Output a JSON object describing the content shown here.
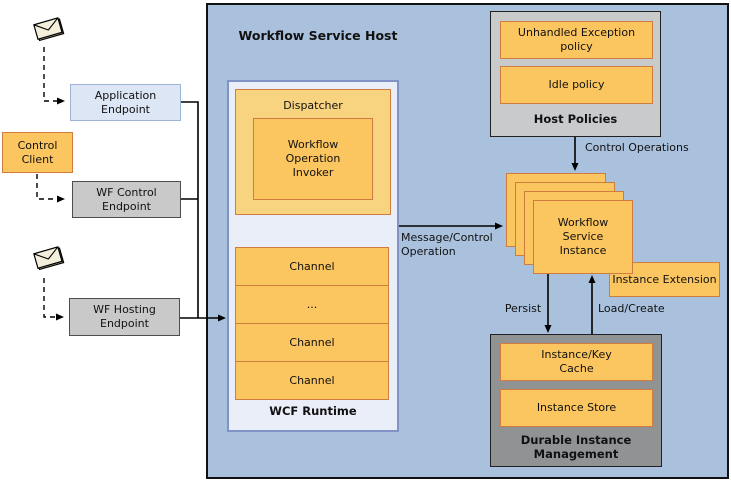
{
  "colors": {
    "host_background": "#A9C1DC",
    "orange_fill": "#FBC55F",
    "orange_light_fill": "#F9D480",
    "orange_border": "#CF7D3E",
    "gray_fill": "#C9CACB",
    "gray_dark_fill": "#909294",
    "blue_endpoint_fill": "#DCE6F4",
    "runtime_fill": "#E9EEF8",
    "line_color": "#000000"
  },
  "left_column": {
    "application_endpoint": "Application\nEndpoint",
    "control_client": "Control\nClient",
    "wf_control_endpoint": "WF Control\nEndpoint",
    "wf_hosting_endpoint": "WF Hosting\nEndpoint"
  },
  "host": {
    "title": "Workflow Service Host",
    "runtime": {
      "dispatcher_label": "Dispatcher",
      "invoker_label": "Workflow\nOperation\nInvoker",
      "channels": [
        "Channel",
        "...",
        "Channel",
        "Channel"
      ],
      "label": "WCF Runtime"
    },
    "host_policies": {
      "policies": [
        "Unhandled Exception\npolicy",
        "Idle policy"
      ],
      "label": "Host Policies"
    },
    "instance_stack": {
      "label": "Workflow\nService\nInstance"
    },
    "instance_extension_label": "Instance Extension",
    "durable_instance_management": {
      "items": [
        "Instance/Key\nCache",
        "Instance Store"
      ],
      "label": "Durable Instance\nManagement"
    },
    "arrow_labels": {
      "message_control": "Message/Control\nOperation",
      "control_operations": "Control Operations",
      "persist": "Persist",
      "load_create": "Load/Create"
    }
  }
}
